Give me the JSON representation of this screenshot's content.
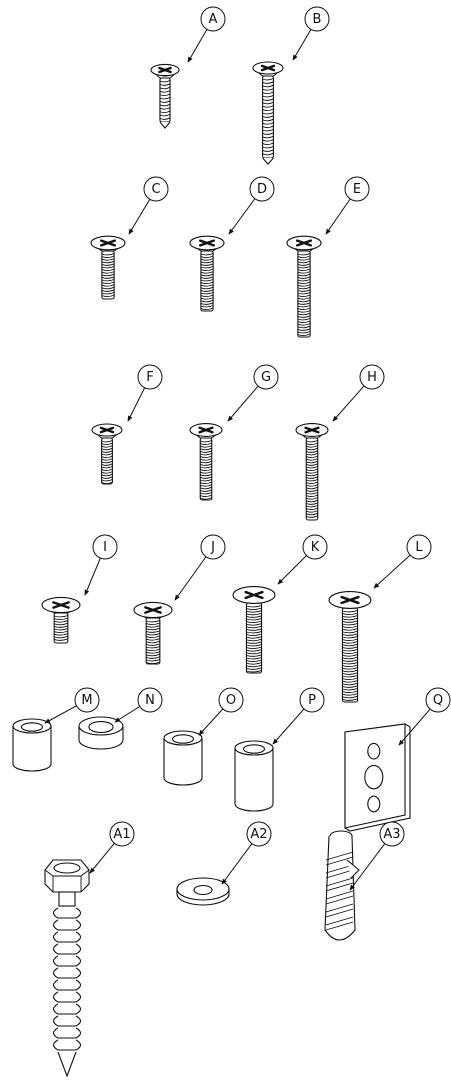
{
  "parts": [
    {
      "id": "A",
      "label": "A",
      "kind": "screw",
      "length": "short",
      "thread": "coarse"
    },
    {
      "id": "B",
      "label": "B",
      "kind": "screw",
      "length": "long",
      "thread": "coarse"
    },
    {
      "id": "C",
      "label": "C",
      "kind": "screw",
      "length": "short",
      "thread": "fine"
    },
    {
      "id": "D",
      "label": "D",
      "kind": "screw",
      "length": "medium",
      "thread": "fine"
    },
    {
      "id": "E",
      "label": "E",
      "kind": "screw",
      "length": "long",
      "thread": "fine"
    },
    {
      "id": "F",
      "label": "F",
      "kind": "screw",
      "length": "short",
      "thread": "fine"
    },
    {
      "id": "G",
      "label": "G",
      "kind": "screw",
      "length": "medium",
      "thread": "fine"
    },
    {
      "id": "H",
      "label": "H",
      "kind": "screw",
      "length": "long",
      "thread": "fine"
    },
    {
      "id": "I",
      "label": "I",
      "kind": "screw",
      "length": "short",
      "thread": "fine"
    },
    {
      "id": "J",
      "label": "J",
      "kind": "screw",
      "length": "medium",
      "thread": "fine"
    },
    {
      "id": "K",
      "label": "K",
      "kind": "screw",
      "length": "long",
      "thread": "fine"
    },
    {
      "id": "L",
      "label": "L",
      "kind": "screw",
      "length": "long",
      "thread": "fine"
    },
    {
      "id": "M",
      "label": "M",
      "kind": "spacer",
      "length": "short"
    },
    {
      "id": "N",
      "label": "N",
      "kind": "spacer",
      "length": "very-short"
    },
    {
      "id": "O",
      "label": "O",
      "kind": "spacer",
      "length": "medium"
    },
    {
      "id": "P",
      "label": "P",
      "kind": "spacer",
      "length": "long"
    },
    {
      "id": "Q",
      "label": "Q",
      "kind": "plate"
    },
    {
      "id": "A1",
      "label": "A1",
      "kind": "lag-bolt"
    },
    {
      "id": "A2",
      "label": "A2",
      "kind": "washer"
    },
    {
      "id": "A3",
      "label": "A3",
      "kind": "wall-anchor"
    }
  ],
  "colors": {
    "stroke": "#111111",
    "background": "#ffffff"
  }
}
